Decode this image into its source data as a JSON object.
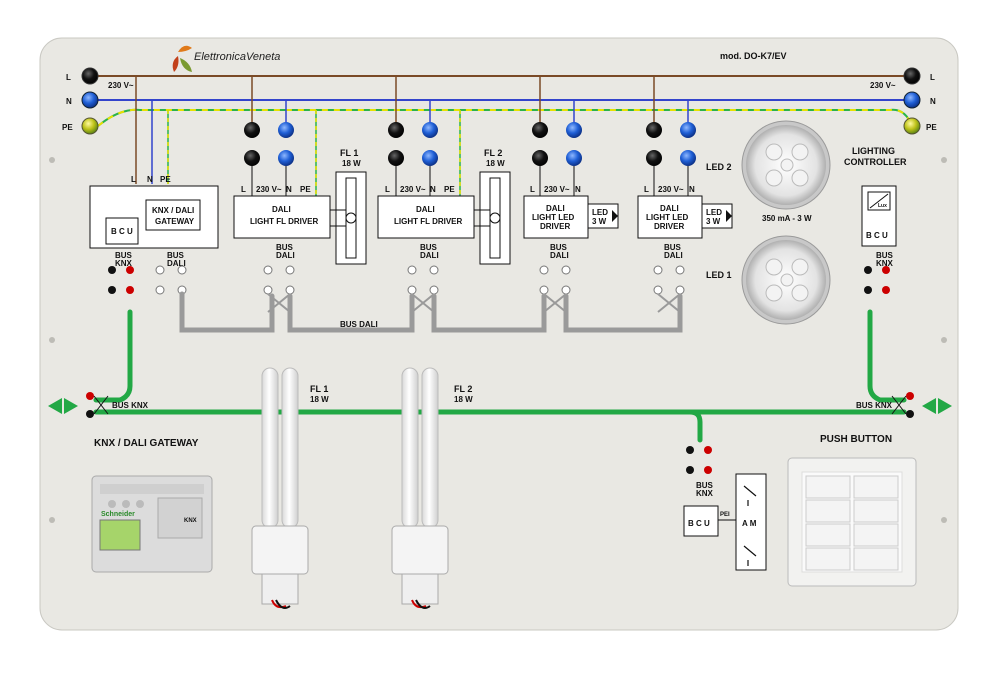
{
  "brand": "ElettronicaVeneta",
  "model": "mod.  DO-K7/EV",
  "rails": {
    "l": "L",
    "n": "N",
    "pe": "PE",
    "voltage": "230 V~"
  },
  "gateway_box": {
    "bcu": "B C U",
    "gateway_title": "KNX / DALI",
    "gateway_sub": "GATEWAY",
    "bus_knx_1": "BUS",
    "bus_knx_2": "KNX",
    "bus_dali_1": "BUS",
    "bus_dali_2": "DALI",
    "l": "L",
    "n": "N",
    "pe": "PE"
  },
  "drivers": [
    {
      "line1": "DALI",
      "line2": "LIGHT FL DRIVER",
      "l": "L",
      "v": "230 V~",
      "n": "N",
      "pe": "PE",
      "bus1": "BUS",
      "bus2": "DALI"
    },
    {
      "line1": "DALI",
      "line2": "LIGHT FL DRIVER",
      "l": "L",
      "v": "230 V~",
      "n": "N",
      "pe": "PE",
      "bus1": "BUS",
      "bus2": "DALI"
    },
    {
      "line1": "DALI",
      "line2": "LIGHT  LED",
      "line3": "DRIVER",
      "l": "L",
      "v": "230 V~",
      "n": "N",
      "out1": "LED",
      "out2": "3 W",
      "bus1": "BUS",
      "bus2": "DALI"
    },
    {
      "line1": "DALI",
      "line2": "LIGHT  LED",
      "line3": "DRIVER",
      "l": "L",
      "v": "230 V~",
      "n": "N",
      "out1": "LED",
      "out2": "3 W",
      "bus1": "BUS",
      "bus2": "DALI"
    }
  ],
  "fl_top": [
    {
      "name": "FL 1",
      "power": "18 W"
    },
    {
      "name": "FL 2",
      "power": "18 W"
    }
  ],
  "leds": {
    "led2": "LED 2",
    "led1": "LED 1",
    "spec": "350 mA - 3 W"
  },
  "lighting_controller": {
    "title1": "LIGHTING",
    "title2": "CONTROLLER",
    "bcu": "B C U",
    "lux": "Lux",
    "bus1": "BUS",
    "bus2": "KNX"
  },
  "bus_dali": "BUS  DALI",
  "bus_knx_left": "BUS  KNX",
  "bus_knx_right": "BUS  KNX",
  "bottom": {
    "gateway_title": "KNX / DALI  GATEWAY",
    "fl1_name": "FL 1",
    "fl1_power": "18 W",
    "fl2_name": "FL 2",
    "fl2_power": "18 W",
    "push_title": "PUSH BUTTON",
    "push_bcu": "B C U",
    "push_bus1": "BUS",
    "push_bus2": "KNX",
    "push_pei": "PEI",
    "push_am": "A M",
    "device_brand": "Schneider",
    "device_knx": "KNX"
  },
  "colors": {
    "panel": "#e9e8e3",
    "l_wire": "#7a4a26",
    "n_wire": "#3344cc",
    "pe_green": "#2bb34a",
    "pe_yellow": "#e8e000",
    "bus_knx": "#22a845",
    "bus_dali": "#9a9a9a"
  }
}
